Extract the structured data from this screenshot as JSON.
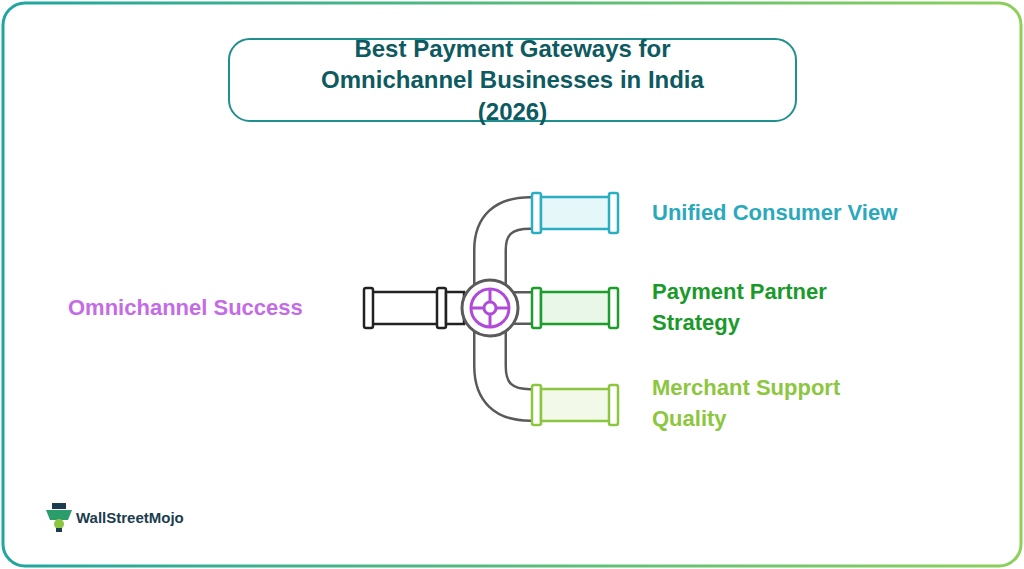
{
  "diagram": {
    "title": "Best Payment Gateways for Omnichannel Businesses in India (2026)",
    "labels": [
      "Omnichannel Success",
      "Unified Consumer View",
      "Payment Partner Strategy",
      "Merchant Support Quality",
      "WallStreetMojo"
    ]
  }
}
